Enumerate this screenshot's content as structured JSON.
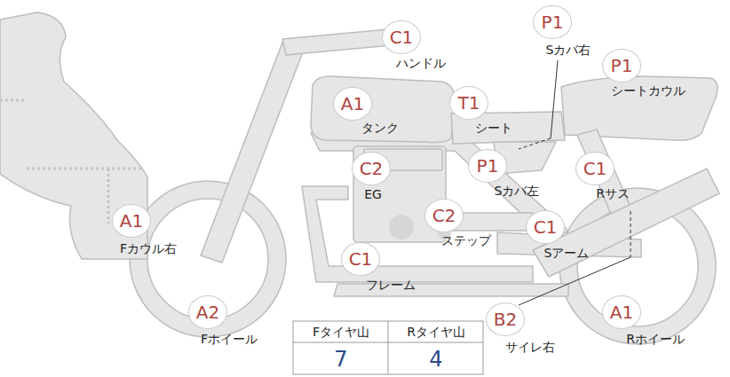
{
  "diagram": {
    "nodes": [
      {
        "text": [
          "P1",
          "Sカバ右"
        ]
      },
      {
        "text": [
          "C1",
          "ハンドル"
        ]
      },
      {
        "text": [
          "P1",
          "シートカウル"
        ]
      },
      {
        "text": [
          "A1",
          "タンク"
        ]
      },
      {
        "text": [
          "T1",
          "シート"
        ]
      },
      {
        "text": [
          "C2",
          "EG"
        ]
      },
      {
        "text": [
          "P1",
          "Sカバ左"
        ]
      },
      {
        "text": [
          "C1",
          "Rサス"
        ]
      },
      {
        "text": [
          "C2",
          "ステップ"
        ]
      },
      {
        "text": [
          "A1",
          "Fカウル右"
        ]
      },
      {
        "text": [
          "C1",
          "Sアーム"
        ]
      },
      {
        "text": [
          "C1",
          "フレーム"
        ]
      },
      {
        "text": [
          "A2",
          "Fホイール"
        ]
      },
      {
        "text": [
          "A1",
          "Rホイール"
        ]
      },
      {
        "text": [
          "B2",
          "サイレ右"
        ]
      }
    ],
    "labels": [
      "Fタイヤ山",
      "Rタイヤ山",
      "7",
      "4"
    ]
  }
}
